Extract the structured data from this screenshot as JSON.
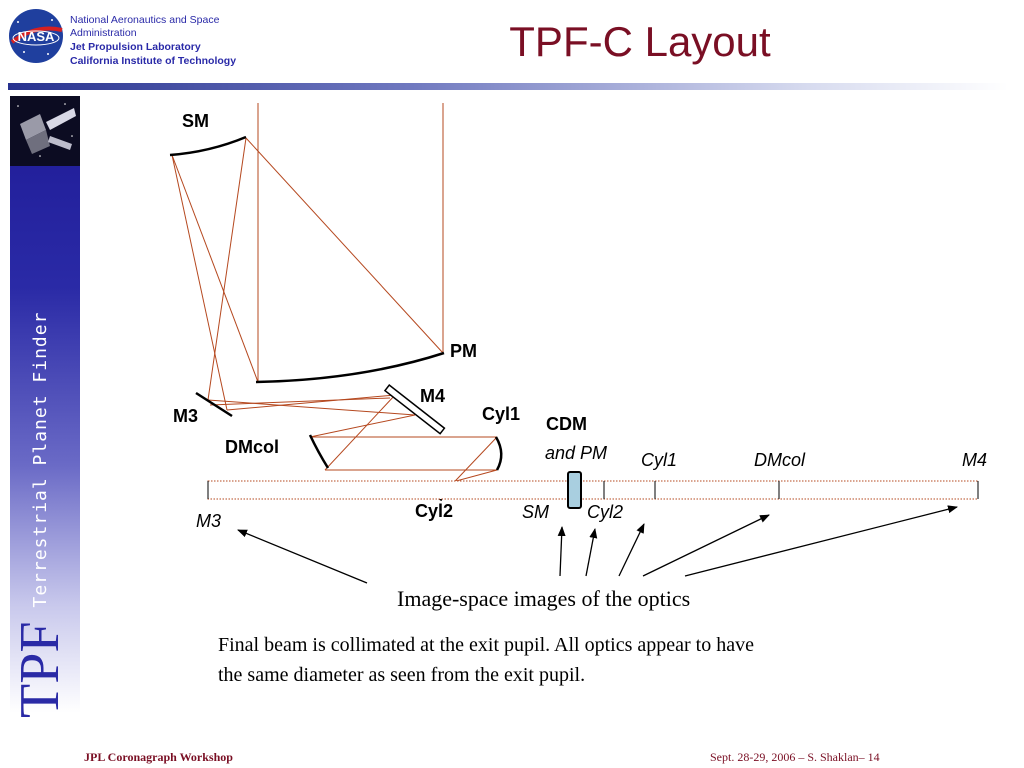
{
  "header": {
    "org_line1": "National Aeronautics and Space",
    "org_line2": "Administration",
    "lab": "Jet Propulsion Laboratory",
    "institute": "California Institute of Technology",
    "logo_text": "NASA"
  },
  "title": "TPF-C Layout",
  "sidebar": {
    "letters": "TPF",
    "full_name": "Terrestrial Planet Finder"
  },
  "diagram": {
    "labels": {
      "sm": "SM",
      "pm": "PM",
      "m4": "M4",
      "m3": "M3",
      "cyl1": "Cyl1",
      "cdm": "CDM",
      "and_pm": "and PM",
      "dmcol": "DMcol",
      "cyl2": "Cyl2"
    },
    "image_labels": {
      "cyl1": "Cyl1",
      "dmcol": "DMcol",
      "m4": "M4",
      "m3": "M3",
      "sm": "SM",
      "cyl2": "Cyl2"
    },
    "caption": "Image-space images of the optics",
    "note_line1": "Final beam is collimated at the exit pupil.  All optics appear to have",
    "note_line2": "the same diameter as seen from the exit pupil."
  },
  "footer": {
    "left": "JPL Coronagraph Workshop",
    "right": "Sept. 28-29, 2006  –   S. Shaklan– 14"
  },
  "colors": {
    "title": "#7a0f24",
    "ray": "#b5481f",
    "header_text": "#2a2aa8",
    "cdm_fill": "#a9cfe0"
  }
}
